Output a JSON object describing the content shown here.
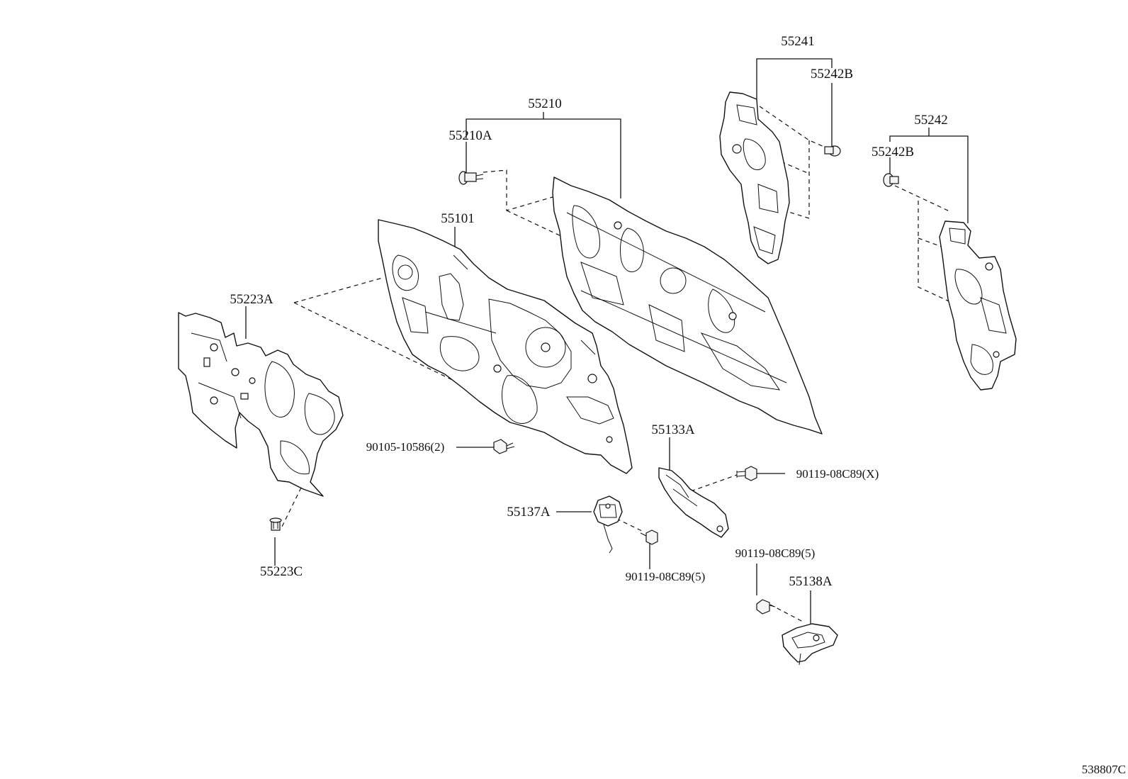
{
  "diagram": {
    "catalog_number": "538807C",
    "callouts": {
      "p55241": "55241",
      "p55242B_a": "55242B",
      "p55210": "55210",
      "p55210A": "55210A",
      "p55242": "55242",
      "p55242B_b": "55242B",
      "p55101": "55101",
      "p55223A": "55223A",
      "p90105": "90105-10586(2)",
      "p55133A": "55133A",
      "p90119X": "90119-08C89(X)",
      "p55137A": "55137A",
      "p55223C": "55223C",
      "p90119_5a": "90119-08C89(5)",
      "p90119_5b": "90119-08C89(5)",
      "p55138A": "55138A"
    }
  }
}
